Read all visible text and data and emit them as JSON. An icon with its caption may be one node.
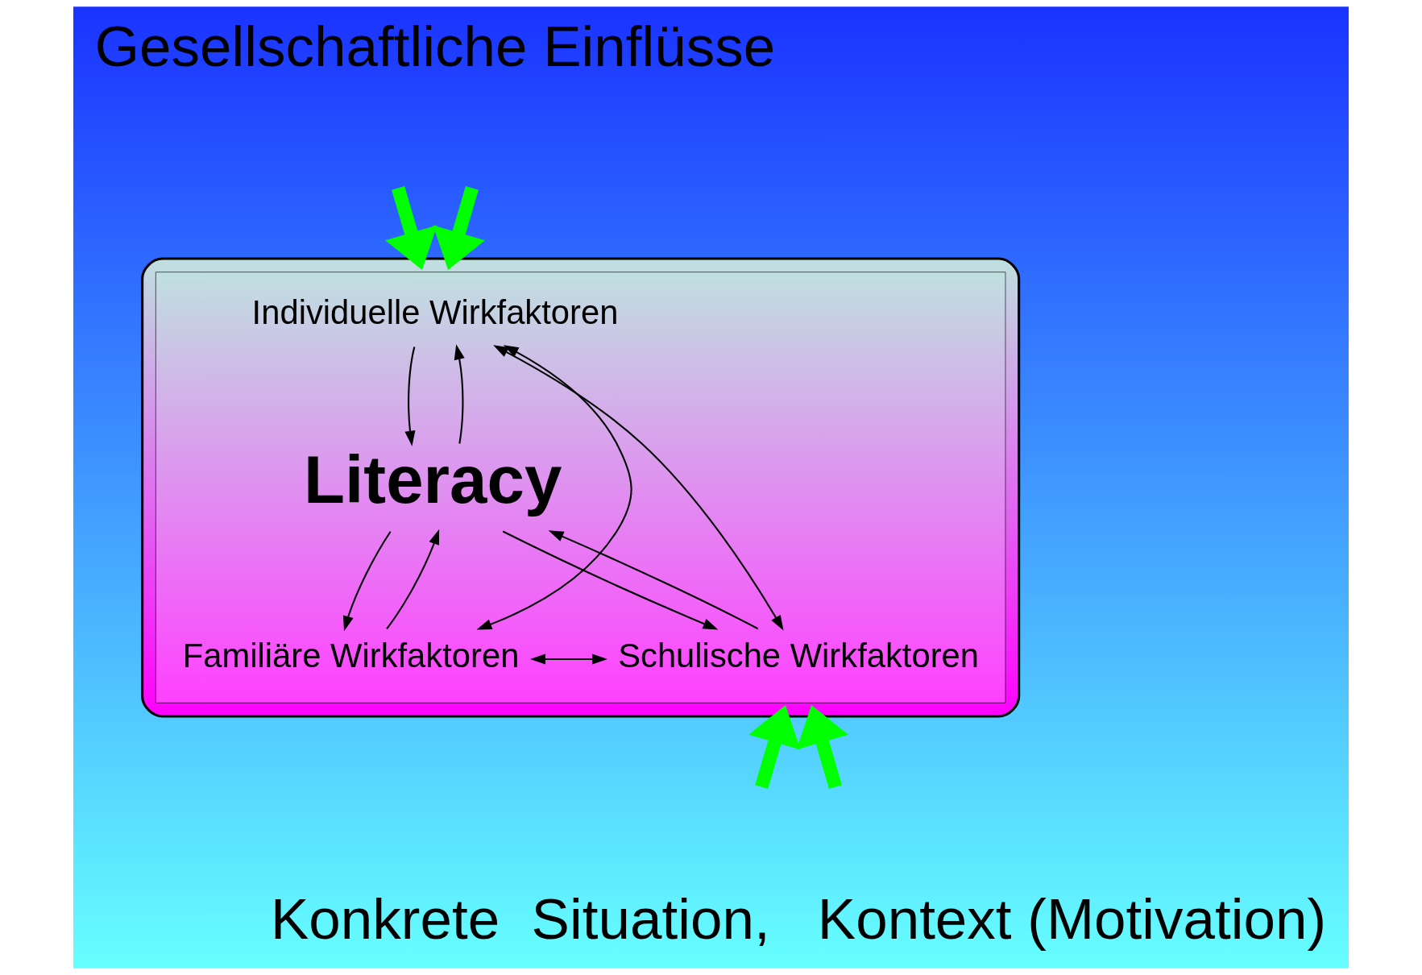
{
  "diagram": {
    "nodes": [
      {
        "text": [],
        "shape": "ellipse"
      },
      {
        "text": [],
        "shape": "box",
        "in": 0
      },
      {
        "text": [
          "Individuelle Wirkfaktoren"
        ],
        "in": 1
      },
      {
        "text": [
          "Literacy"
        ],
        "in": 1
      },
      {
        "text": [
          "Familiäre Wirkfaktoren"
        ],
        "in": 1
      },
      {
        "text": [
          "Schulische Wirkfaktoren"
        ],
        "in": 1
      }
    ],
    "edges": [
      {
        "from": null,
        "to": 0,
        "arrow": "to",
        "style": "thick",
        "color": "#00ff00"
      },
      {
        "from": null,
        "to": 0,
        "arrow": "to",
        "style": "thick",
        "color": "#00ff00"
      },
      {
        "from": 2,
        "to": 4,
        "arrow": "both"
      },
      {
        "from": 2,
        "to": 5,
        "arrow": "both"
      },
      {
        "from": 2,
        "to": 3,
        "arrow": "to"
      },
      {
        "from": 3,
        "to": 2,
        "arrow": "to"
      },
      {
        "from": 3,
        "to": 4,
        "arrow": "to"
      },
      {
        "from": 4,
        "to": 3,
        "arrow": "to"
      },
      {
        "from": 3,
        "to": 5,
        "arrow": "to"
      },
      {
        "from": 5,
        "to": 3,
        "arrow": "to"
      },
      {
        "from": 4,
        "to": 5,
        "arrow": "both"
      },
      {
        "from": null,
        "to": 0,
        "arrow": "to",
        "style": "thick",
        "color": "#00ff00"
      },
      {
        "from": null,
        "to": 0,
        "arrow": "to",
        "style": "thick",
        "color": "#00ff00"
      }
    ],
    "labels": [
      "Gesellschaftliche Einflüsse",
      "Konkrete  Situation,   Kontext (Motivation)"
    ]
  }
}
